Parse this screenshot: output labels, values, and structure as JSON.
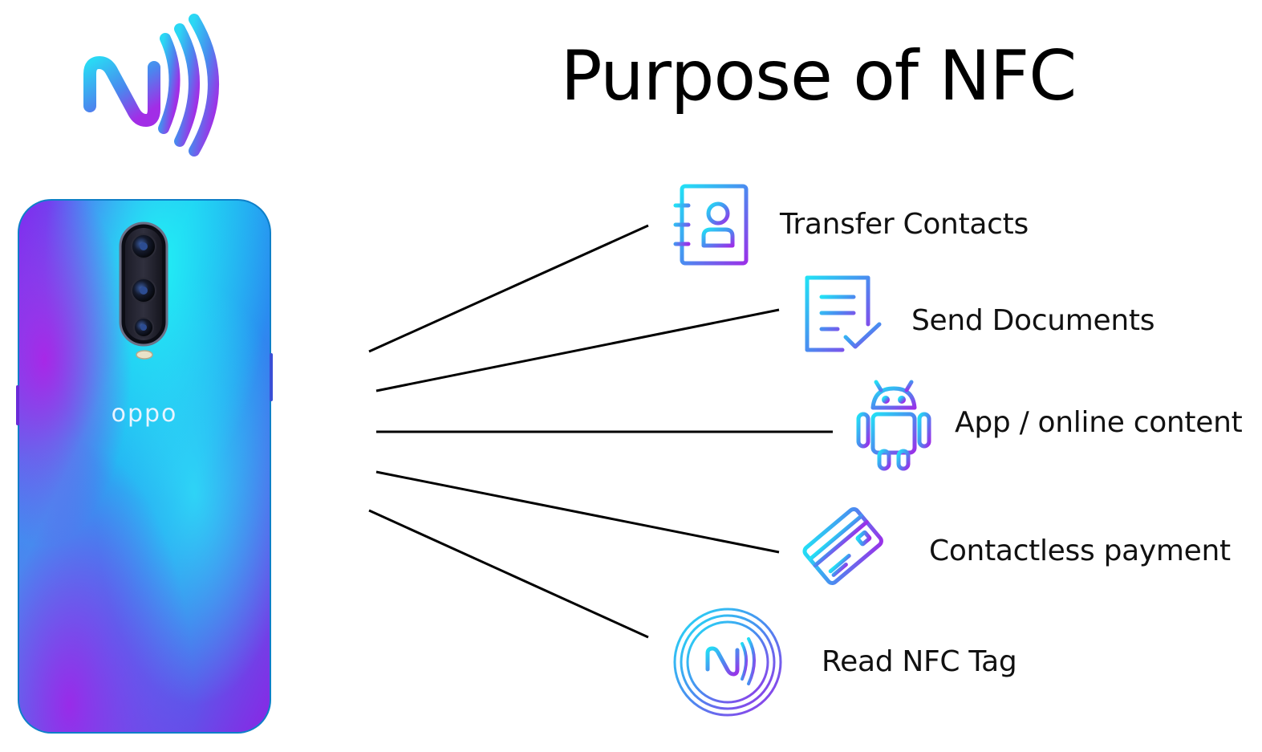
{
  "title": "Purpose of NFC",
  "phone": {
    "brand": "oppo"
  },
  "uses": [
    {
      "label": "Transfer Contacts",
      "icon": "contacts-book-icon"
    },
    {
      "label": "Send Documents",
      "icon": "document-check-icon"
    },
    {
      "label": "App / online content",
      "icon": "android-icon"
    },
    {
      "label": "Contactless payment",
      "icon": "credit-card-icon"
    },
    {
      "label": "Read NFC Tag",
      "icon": "nfc-tag-icon"
    }
  ],
  "colors": {
    "gradient_start": "#22e0f5",
    "gradient_mid": "#4a8cf0",
    "gradient_end": "#9b2fe8",
    "line": "#000000",
    "text": "#000000"
  }
}
